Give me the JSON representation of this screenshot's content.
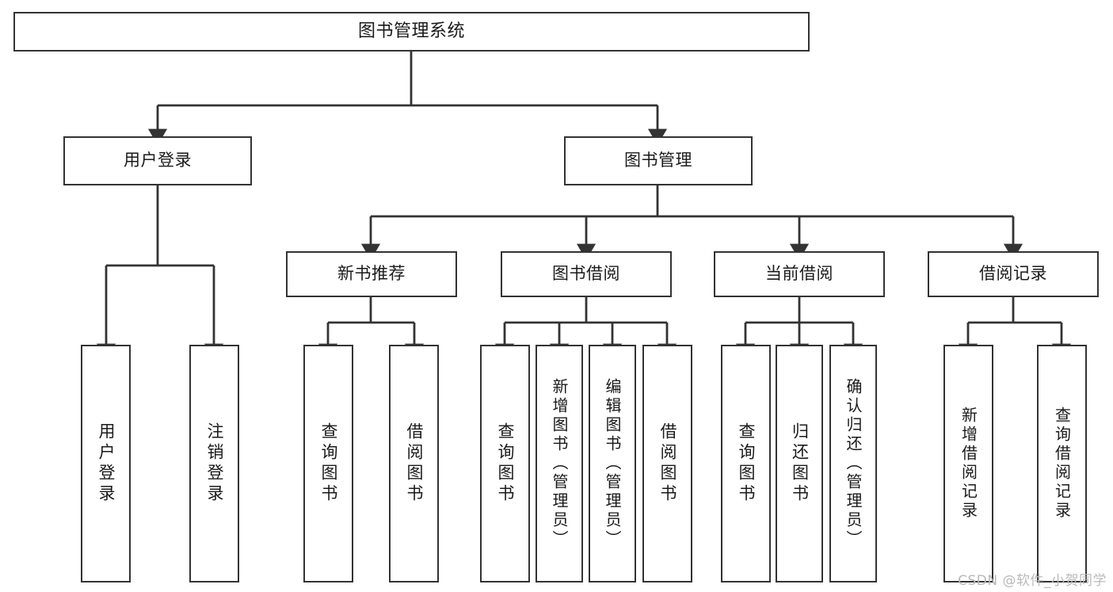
{
  "diagram": {
    "title": "图书管理系统",
    "type": "tree-hierarchy",
    "watermark": "CSDN @软件_小贺同学",
    "colors": {
      "box_border": "#333333",
      "box_fill": "#ffffff",
      "connector": "#333333",
      "text": "#1a1a1a",
      "watermark": "#b9b9b9"
    },
    "nodes": {
      "root": {
        "label": "图书管理系统"
      },
      "level2": [
        {
          "id": "user-login",
          "label": "用户登录"
        },
        {
          "id": "book-manage",
          "label": "图书管理"
        }
      ],
      "level3": [
        {
          "id": "new-book-rec",
          "label": "新书推荐"
        },
        {
          "id": "book-borrow",
          "label": "图书借阅"
        },
        {
          "id": "current-borrow",
          "label": "当前借阅"
        },
        {
          "id": "borrow-record",
          "label": "借阅记录"
        }
      ],
      "leaves": {
        "user-login": [
          {
            "id": "leaf-user-login",
            "label": "用户登录"
          },
          {
            "id": "leaf-logout-login",
            "label": "注销登录"
          }
        ],
        "new-book-rec": [
          {
            "id": "leaf-query-book-1",
            "label": "查询图书"
          },
          {
            "id": "leaf-borrow-book-1",
            "label": "借阅图书"
          }
        ],
        "book-borrow": [
          {
            "id": "leaf-query-book-2",
            "label": "查询图书"
          },
          {
            "id": "leaf-add-book-admin",
            "label": "新增图书（管理员）"
          },
          {
            "id": "leaf-edit-book-admin",
            "label": "编辑图书（管理员）"
          },
          {
            "id": "leaf-borrow-book-2",
            "label": "借阅图书"
          }
        ],
        "current-borrow": [
          {
            "id": "leaf-query-book-3",
            "label": "查询图书"
          },
          {
            "id": "leaf-return-book",
            "label": "归还图书"
          },
          {
            "id": "leaf-confirm-return-admin",
            "label": "确认归还（管理员）"
          }
        ],
        "borrow-record": [
          {
            "id": "leaf-add-borrow-record",
            "label": "新增借阅记录"
          },
          {
            "id": "leaf-query-borrow-record",
            "label": "查询借阅记录"
          }
        ]
      }
    }
  }
}
